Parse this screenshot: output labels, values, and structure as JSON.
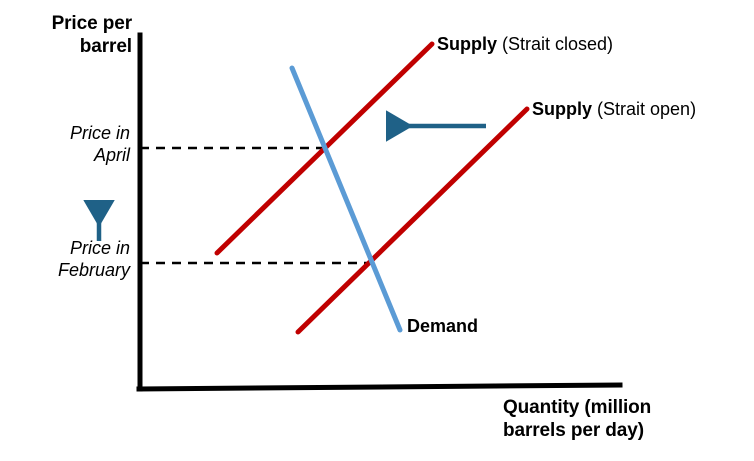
{
  "chart_data": {
    "type": "line",
    "title": "",
    "xlabel": "Quantity (million barrels per day)",
    "ylabel": "Price per barrel",
    "grid": false,
    "legend_position": "inline-at-curve-ends",
    "axis": {
      "x_tick_labels": [],
      "y_tick_labels": [
        "Price in April",
        "Price in February"
      ],
      "y_tick_values": [
        148,
        263
      ],
      "xlim": [
        139,
        620
      ],
      "ylim": [
        388,
        35
      ]
    },
    "series": [
      {
        "name": "Supply (Strait closed)",
        "color": "#C00000",
        "type": "line",
        "points": [
          [
            217,
            253
          ],
          [
            432,
            44
          ]
        ],
        "label_bold": "Supply",
        "label_rest": " (Strait closed)"
      },
      {
        "name": "Supply (Strait open)",
        "color": "#C00000",
        "type": "line",
        "points": [
          [
            298,
            332
          ],
          [
            527,
            109
          ]
        ],
        "label_bold": "Supply",
        "label_rest": " (Strait open)"
      },
      {
        "name": "Demand",
        "color": "#5B9BD5",
        "type": "line",
        "points": [
          [
            292,
            68
          ],
          [
            400,
            330
          ]
        ],
        "label_bold": "Demand",
        "label_rest": ""
      }
    ],
    "equilibria": [
      {
        "label": "Price in April",
        "x": 325,
        "y": 148
      },
      {
        "label": "Price in February",
        "x": 372,
        "y": 263
      }
    ],
    "annotations": [
      {
        "name": "supply-shift-arrow",
        "direction": "left",
        "color": "#1F6187",
        "from": [
          486,
          126
        ],
        "to": [
          382,
          126
        ]
      },
      {
        "name": "price-increase-arrow",
        "direction": "up",
        "color": "#1F6187",
        "from": [
          99,
          241
        ],
        "to": [
          99,
          196
        ]
      }
    ]
  },
  "labels": {
    "y_axis_title": "Price per\nbarrel",
    "x_axis_title": "Quantity (million\nbarrels per day)",
    "price_april": "Price in\nApril",
    "price_february": "Price in\nFebruary",
    "supply_closed_bold": "Supply",
    "supply_closed_rest": " (Strait closed)",
    "supply_open_bold": "Supply",
    "supply_open_rest": " (Strait open)",
    "demand": "Demand"
  },
  "colors": {
    "supply_red": "#C00000",
    "demand_blue": "#5B9BD5",
    "annotation_blue": "#1F6187",
    "axis_black": "#000000",
    "background": "#ffffff"
  }
}
